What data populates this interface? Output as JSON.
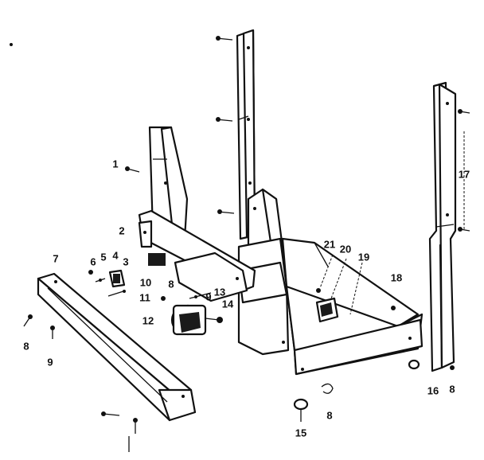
{
  "callouts": [
    {
      "id": "1",
      "text": "1"
    },
    {
      "id": "2",
      "text": "2"
    },
    {
      "id": "3",
      "text": "3"
    },
    {
      "id": "4",
      "text": "4"
    },
    {
      "id": "5",
      "text": "5"
    },
    {
      "id": "6",
      "text": "6"
    },
    {
      "id": "7",
      "text": "7"
    },
    {
      "id": "8a",
      "text": "8"
    },
    {
      "id": "9a",
      "text": "9"
    },
    {
      "id": "8b",
      "text": "8"
    },
    {
      "id": "9b",
      "text": "9"
    },
    {
      "id": "10",
      "text": "10"
    },
    {
      "id": "11",
      "text": "11"
    },
    {
      "id": "12",
      "text": "12"
    },
    {
      "id": "13",
      "text": "13"
    },
    {
      "id": "14",
      "text": "14"
    },
    {
      "id": "15",
      "text": "15"
    },
    {
      "id": "8c",
      "text": "8"
    },
    {
      "id": "16",
      "text": "16"
    },
    {
      "id": "8d",
      "text": "8"
    },
    {
      "id": "17",
      "text": "17"
    },
    {
      "id": "18",
      "text": "18"
    },
    {
      "id": "19",
      "text": "19"
    },
    {
      "id": "20",
      "text": "20"
    },
    {
      "id": "21",
      "text": "21"
    }
  ]
}
